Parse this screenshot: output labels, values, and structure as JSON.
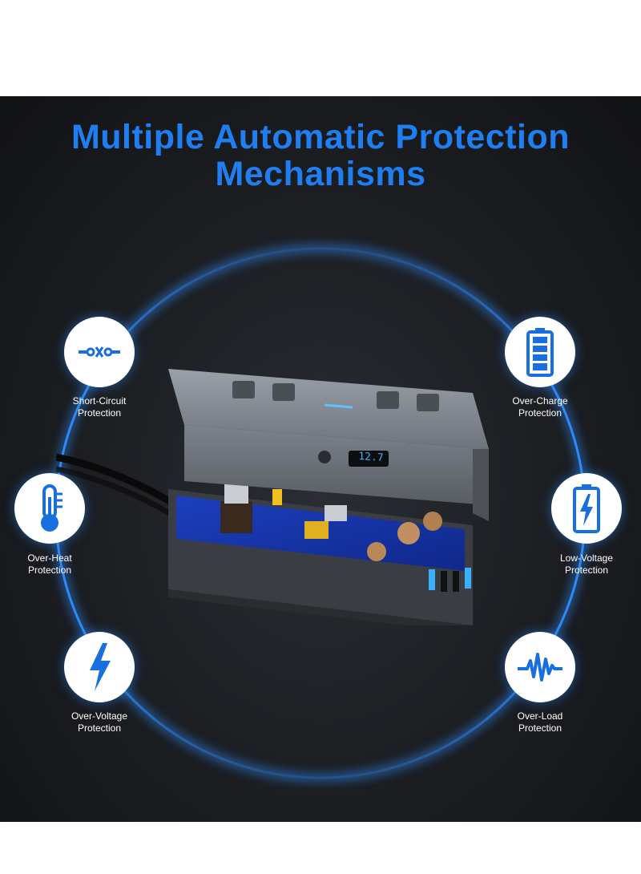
{
  "headline": {
    "line1": "Multiple Automatic Protection",
    "line2": "Mechanisms"
  },
  "colors": {
    "accent": "#1f7ff0",
    "background": "#1b1d21",
    "ring_glow": "#2f8cff",
    "icon_blue": "#1a6fe0"
  },
  "protections": [
    {
      "icon": "short-circuit-icon",
      "line1": "Short-Circuit",
      "line2": "Protection"
    },
    {
      "icon": "over-heat-icon",
      "line1": "Over-Heat",
      "line2": "Protection"
    },
    {
      "icon": "over-voltage-icon",
      "line1": "Over-Voltage",
      "line2": "Protection"
    },
    {
      "icon": "over-charge-icon",
      "line1": "Over-Charge",
      "line2": "Protection"
    },
    {
      "icon": "low-voltage-icon",
      "line1": "Low-Voltage",
      "line2": "Protection"
    },
    {
      "icon": "over-load-icon",
      "line1": "Over-Load",
      "line2": "Protection"
    }
  ],
  "device": {
    "display_readout": "12.7"
  }
}
